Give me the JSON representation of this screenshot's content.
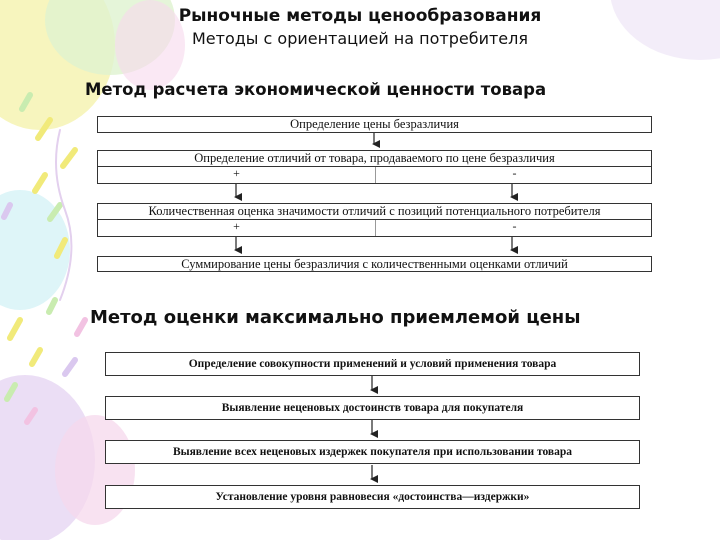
{
  "header": {
    "title": "Рыночные методы ценообразования",
    "subtitle": "Методы с ориентацией на потребителя"
  },
  "section1": {
    "title": "Метод расчета экономической ценности товара",
    "steps": [
      "Определение цены безразличия",
      "Определение отличий от товара, продаваемого по цене безразличия",
      "Количественная оценка значимости отличий с позиций потенциального потребителя",
      "Суммирование цены безразличия с количественными оценками отличий"
    ],
    "plus": "+",
    "minus": "-"
  },
  "section2": {
    "title": "Метод оценки максимально приемлемой цены",
    "steps": [
      "Определение совокупности применений и условий применения товара",
      "Выявление неценовых достоинств товара для покупателя",
      "Выявление всех неценовых издержек покупателя при использовании товара",
      "Установление уровня равновесия «достоинства—издержки»"
    ]
  },
  "colors": {
    "balloon_yellow": "#f4f2a8",
    "balloon_green": "#dff3cf",
    "balloon_pink": "#f6d8ec",
    "balloon_purple": "#e6d6f2",
    "balloon_cyan": "#d6f2f6"
  }
}
